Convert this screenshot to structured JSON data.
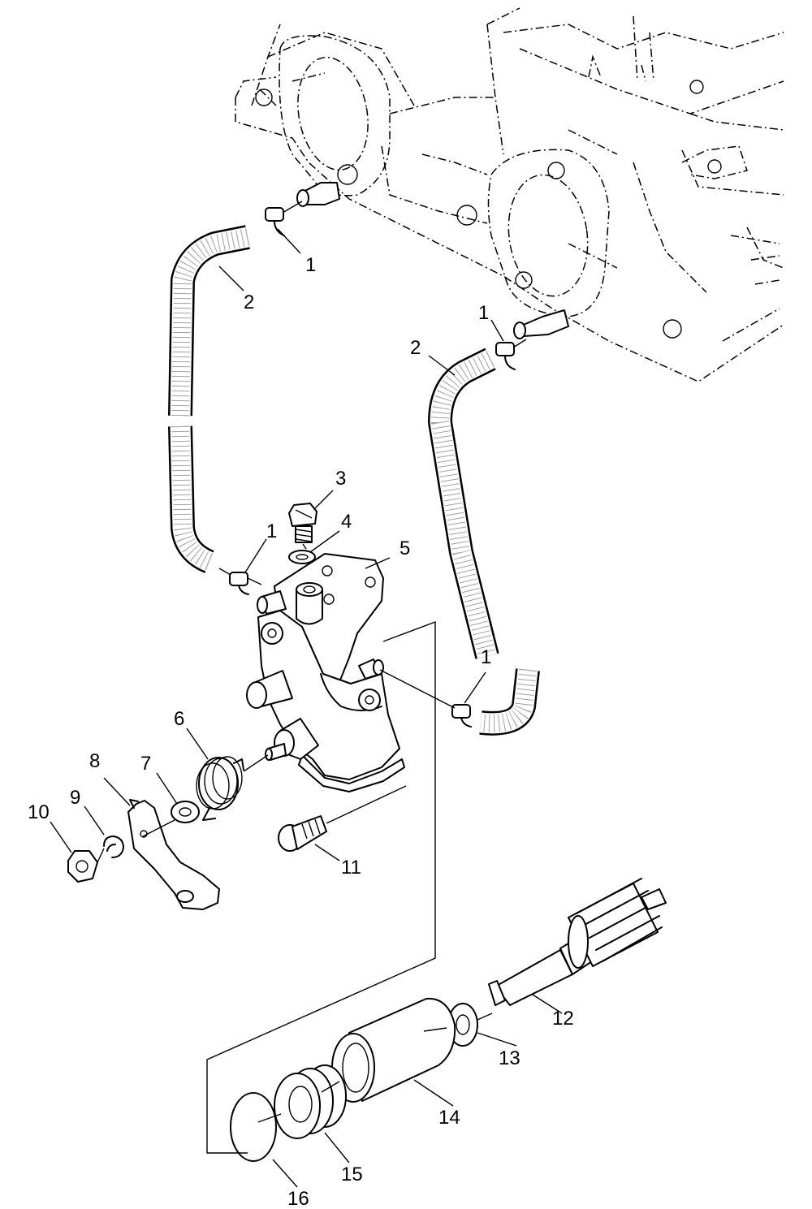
{
  "callouts": [
    {
      "id": "c1a",
      "text": "1"
    },
    {
      "id": "c2a",
      "text": "2"
    },
    {
      "id": "c1b",
      "text": "1"
    },
    {
      "id": "c2b",
      "text": "2"
    },
    {
      "id": "c3",
      "text": "3"
    },
    {
      "id": "c1c",
      "text": "1"
    },
    {
      "id": "c4",
      "text": "4"
    },
    {
      "id": "c5",
      "text": "5"
    },
    {
      "id": "c1d",
      "text": "1"
    },
    {
      "id": "c6",
      "text": "6"
    },
    {
      "id": "c7",
      "text": "7"
    },
    {
      "id": "c8",
      "text": "8"
    },
    {
      "id": "c9",
      "text": "9"
    },
    {
      "id": "c10",
      "text": "10"
    },
    {
      "id": "c11",
      "text": "11"
    },
    {
      "id": "c12",
      "text": "12"
    },
    {
      "id": "c13",
      "text": "13"
    },
    {
      "id": "c14",
      "text": "14"
    },
    {
      "id": "c15",
      "text": "15"
    },
    {
      "id": "c16",
      "text": "16"
    }
  ]
}
